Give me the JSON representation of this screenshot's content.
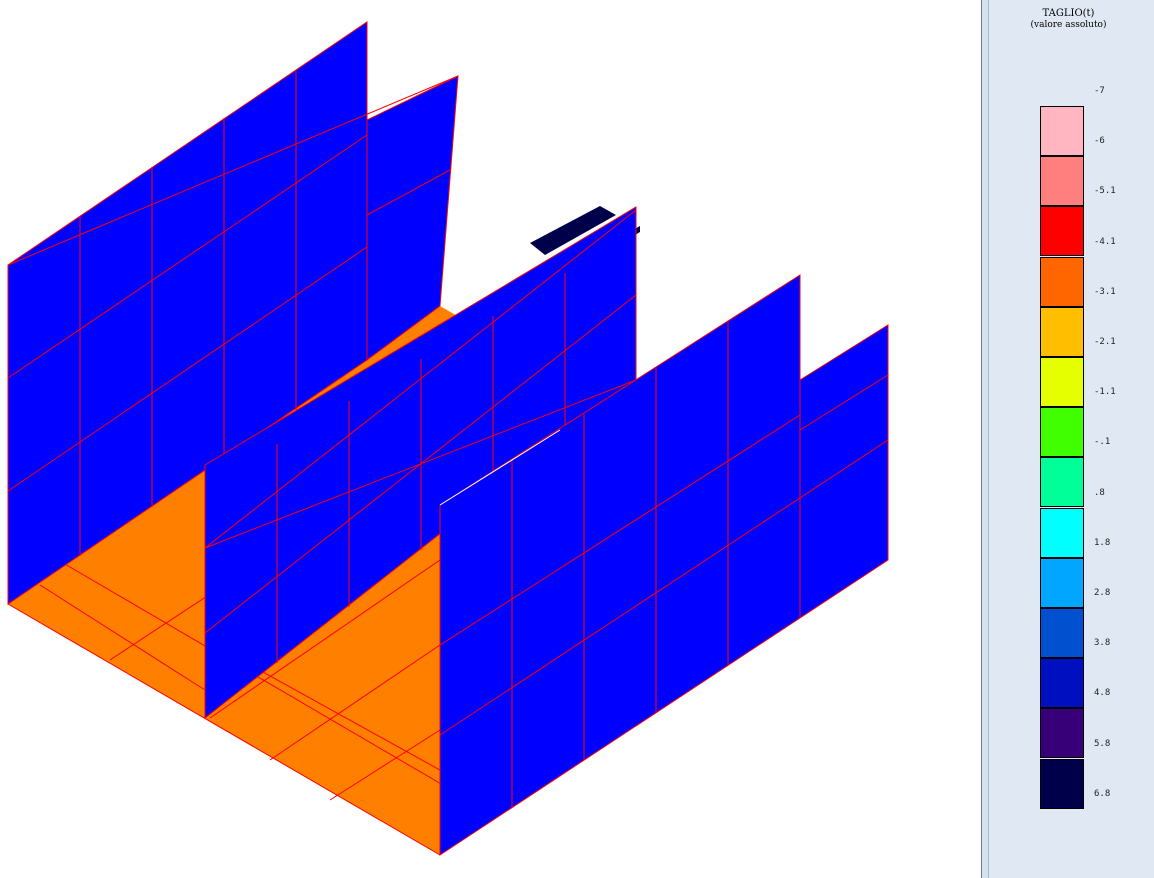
{
  "legend": {
    "title": "TAGLIO(t)",
    "subtitle": "(valore assoluto)",
    "tick_labels": [
      "-7",
      "-6",
      "-5.1",
      "-4.1",
      "-3.1",
      "-2.1",
      "-1.1",
      "-.1",
      ".8",
      "1.8",
      "2.8",
      "3.8",
      "4.8",
      "5.8",
      "6.8"
    ],
    "colors": [
      "#ffb6c1",
      "#ff7f7f",
      "#ff0000",
      "#ff6600",
      "#ffbf00",
      "#e6ff00",
      "#40ff00",
      "#00ff99",
      "#00ffff",
      "#00a6ff",
      "#0050d0",
      "#0010c0",
      "#380078",
      "#00004a"
    ]
  },
  "model_colors": {
    "wall": "#0000ff",
    "floor": "#ff7f00",
    "mesh_line": "#ff0000",
    "edge": "#ffffff"
  }
}
